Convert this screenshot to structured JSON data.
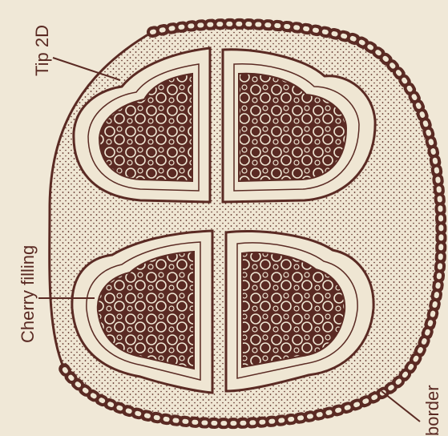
{
  "labels": {
    "tip": "Tip 2D",
    "cherry": "Cherry filling",
    "border": "border"
  },
  "colors": {
    "ink": "#5a2a23",
    "paper": "#f0e8d7",
    "frosting": "#efe6d3"
  }
}
